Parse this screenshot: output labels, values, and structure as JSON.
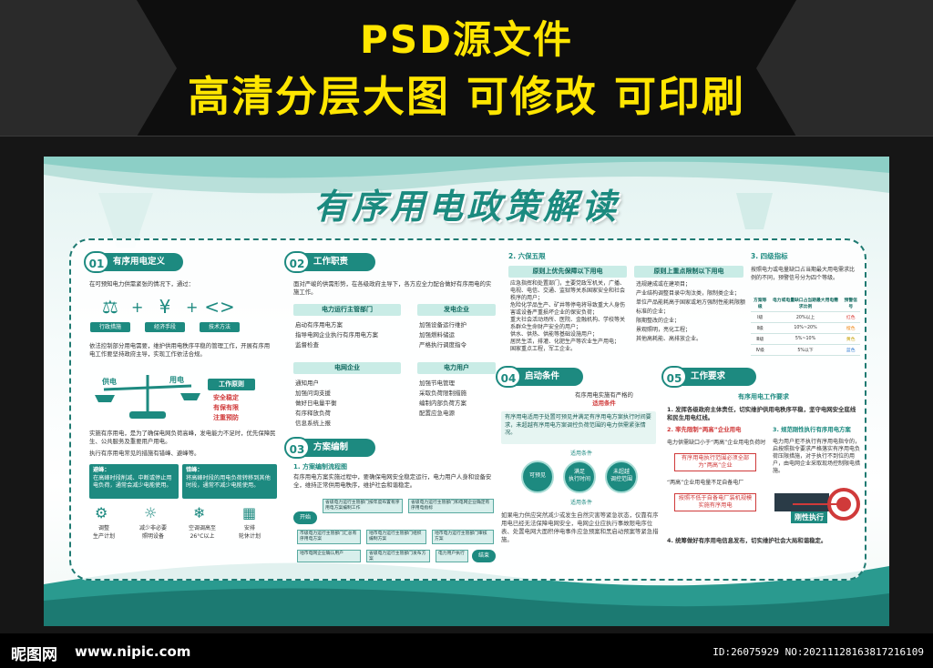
{
  "promo": {
    "line1": "PSD源文件",
    "line2": "高清分层大图  可修改  可印刷",
    "text_color": "#ffe600",
    "accent_color": "#4ec2b8"
  },
  "poster": {
    "title": "有序用电政策解读",
    "theme_color": "#1d8a80",
    "s1": {
      "num": "01",
      "title": "有序用电定义",
      "intro": "在可预知电力供需紧张的情况下，通过：",
      "icons": [
        {
          "icon": "gavel-icon",
          "label": "行政措施"
        },
        {
          "icon": "wallet-icon",
          "label": "经济手段"
        },
        {
          "icon": "code-icon",
          "label": "技术方法"
        }
      ],
      "plus": "+",
      "desc": "依法控制部分用电需要，维护供用电秩序平稳的管理工作，开展有序用电工作要坚持政府主导，实现工作依法合规。",
      "supply": "供电",
      "use": "用电",
      "principle_title": "工作原则",
      "principles": [
        "安全稳定",
        "有保有限",
        "注重预防"
      ],
      "purpose": "实施有序用电，是为了确保电网负荷高峰，发电能力不足时，优先保障民生、公共服务及重要用户用电。",
      "common": "执行有序用电常见的措施有错峰、避峰等。",
      "box1_title": "避峰：",
      "box1_text": "在高峰时段削减、中断或停止用电负荷，通常会减少电能使用。",
      "box2_title": "错峰：",
      "box2_text": "将高峰时段的用电负荷转移到其他时段，通常不减少电能使用。",
      "actions": [
        {
          "icon": "factory-icon",
          "label": "调整\n生产计划"
        },
        {
          "icon": "lamp-icon",
          "label": "减少非必要\n照明设备"
        },
        {
          "icon": "ac-icon",
          "label": "空调调高至\n26°C以上"
        },
        {
          "icon": "calendar-icon",
          "label": "安排\n轮休计划"
        }
      ]
    },
    "s2": {
      "num": "02",
      "title": "工作职责",
      "intro": "面对严峻的供需形势，在各级政府主导下，各方应全力配合做好有序用电的实施工作。",
      "roles": [
        {
          "title": "电力运行主管部门",
          "items": [
            "启动有序用电方案",
            "指导电网企业执行有序用电方案",
            "监督检查"
          ]
        },
        {
          "title": "发电企业",
          "items": [
            "加强设备运行维护",
            "加强燃料储运",
            "严格执行调度指令"
          ]
        },
        {
          "title": "电网企业",
          "items": [
            "通知用户",
            "加强问询支援",
            "做好日电量平衡",
            "有序释放负荷",
            "信息系统上报"
          ]
        },
        {
          "title": "电力用户",
          "items": [
            "加强节电管理",
            "采取负荷限制措施",
            "编制内部负荷方案",
            "配置应急电源"
          ]
        }
      ]
    },
    "s3": {
      "num": "03",
      "title": "方案编制",
      "sub": "1. 方案编制流程图",
      "desc": "有序用电方案实施过程中，要确保电网安全稳定运行，电力用户人身和设备安全，维持正常供用电秩序，维护社会和谐稳定。",
      "start": "开始",
      "end": "结束",
      "nodes": [
        "省级电力运行主管部门按年度布置有序用电方案编制工作",
        "省级电力运行主管部门和电网企业确定有序用电指标",
        "市级电力运行主管部门汇总有序用电方案",
        "地市电力运行主管部门组织编制方案",
        "地市电力运行主管部门审核方案",
        "地市电网企业确认用户",
        "省级电力运行主管部门发布方案",
        "电力用户执行"
      ]
    },
    "sixbao": {
      "title": "2. 六保五限",
      "left_head": "原则上优先保障以下用电",
      "left_items": [
        "应急指挥和处置部门，主要党政军机关，广播、电视、电信、交通、监狱等关系国家安全和社会秩序的用户；",
        "危险化学品生产、矿井等停电将导致重大人身伤害或设备严重损坏企业的保安负荷；",
        "重大社会活动场所、医院、金融机构、学校等关系群众生命财产安全的用户；",
        "供水、供热、供能等基础设施用户；",
        "居民生活，排灌、化肥生产等农业生产用电；",
        "国家重点工程，军工企业。"
      ],
      "right_head": "原则上重点限制以下用电",
      "right_items": [
        "违规建成或在建项目；",
        "产业结构调整目录中淘汰类，限制类企业；",
        "单位产品能耗高于国家或地方强制性能耗限额标准的企业；",
        "限期整改的企业；",
        "景观照明，亮化工程；",
        "其他高耗能、高排放企业。"
      ]
    },
    "s4": {
      "num": "04",
      "title": "启动条件",
      "lead": "有序用电实施有严格的",
      "lead2": "适用条件",
      "box": "有序用电适用于处置可预见并满足有序用电方案执行时间要求，未超越有序用电方案调控负荷范围的电力供需紧张情况。",
      "cond_label": "适用条件",
      "circles": [
        "可预见",
        "满足\n执行时间",
        "未超越\n调控范围"
      ],
      "cond_label2": "适用条件",
      "note": "如果电力供应突然减少或发生自然灾害等紧急状态，仅靠有序用电已经无法保障电网安全，电网企业应执行事故限电序位表、处置电网大面积停电事件应急预案和黑启动预案等紧急措施。"
    },
    "s5": {
      "num": "05",
      "title": "工作要求",
      "req_head": "有序用电工作要求",
      "r1": "1. 发挥各级政府主体责任，切实维护供用电秩序平稳，坚守电网安全底线和民生用电红线。",
      "r2": "2. 率先限制“两高”企业用电",
      "r2_a": "电力供需缺口小于“两高”企业用电负荷时",
      "r2_b": "有序用电执行范围必须全部为“两高”企业",
      "r2_c": "“两高”企业用电量不足自备电厂",
      "r2_d": "按照不低于自备电厂装机规模实施有序用电",
      "r3": "3. 规范刚性执行有序用电方案",
      "r3_text": "电力用户拒不执行有序用电指令的，启按照指令要求严格落实有序用电负荷压限措施，对于执行不到位的用户，由电网企业采取现场控制限电措施。",
      "r3_badge": "刚性执行",
      "r4": "4. 统筹做好有序用电信息发布，切实维护社会大局和谐稳定。"
    },
    "s3lvl": {
      "title": "3. 四级指标",
      "desc": "按照电力或电量缺口占当期最大用电需求比例的不同，预警信号分为四个等级。",
      "headers": [
        "方案等级",
        "电力或电量缺口占当期最大用电需求比例",
        "预警信号"
      ],
      "rows": [
        [
          "Ⅰ级",
          "20%以上",
          "红色"
        ],
        [
          "Ⅱ级",
          "10%~20%",
          "橙色"
        ],
        [
          "Ⅲ级",
          "5%~10%",
          "黄色"
        ],
        [
          "Ⅳ级",
          "5%以下",
          "蓝色"
        ]
      ],
      "signal_colors": [
        "#d8362f",
        "#ef8a1a",
        "#e9c51b",
        "#2f7ad1"
      ]
    }
  },
  "footer": {
    "logo": "昵图网",
    "site": "www.nipic.com",
    "id": "ID:26075929 NO:20211128163817216109"
  }
}
